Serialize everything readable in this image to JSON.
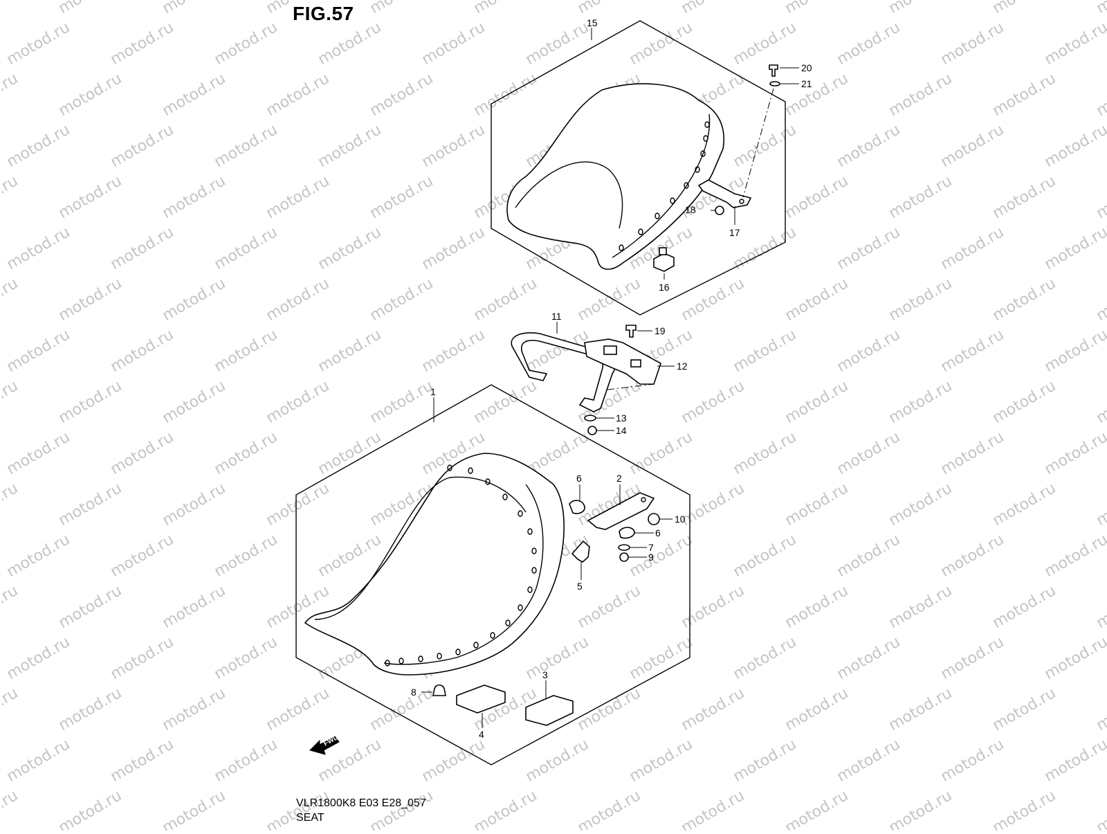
{
  "figure": {
    "title": "FIG.57",
    "code": "VLR1800K8 E03 E28_057",
    "name": "SEAT"
  },
  "watermark": {
    "text": "motod.ru",
    "color": "#c4c4c4"
  },
  "fwd_marker": {
    "label": "FWD"
  },
  "callouts": {
    "c1": "1",
    "c2": "2",
    "c3": "3",
    "c4": "4",
    "c5": "5",
    "c6a": "6",
    "c6b": "6",
    "c7": "7",
    "c8": "8",
    "c9": "9",
    "c10": "10",
    "c11": "11",
    "c12": "12",
    "c13": "13",
    "c14": "14",
    "c15": "15",
    "c16": "16",
    "c17": "17",
    "c18": "18",
    "c19": "19",
    "c20": "20",
    "c21": "21"
  }
}
